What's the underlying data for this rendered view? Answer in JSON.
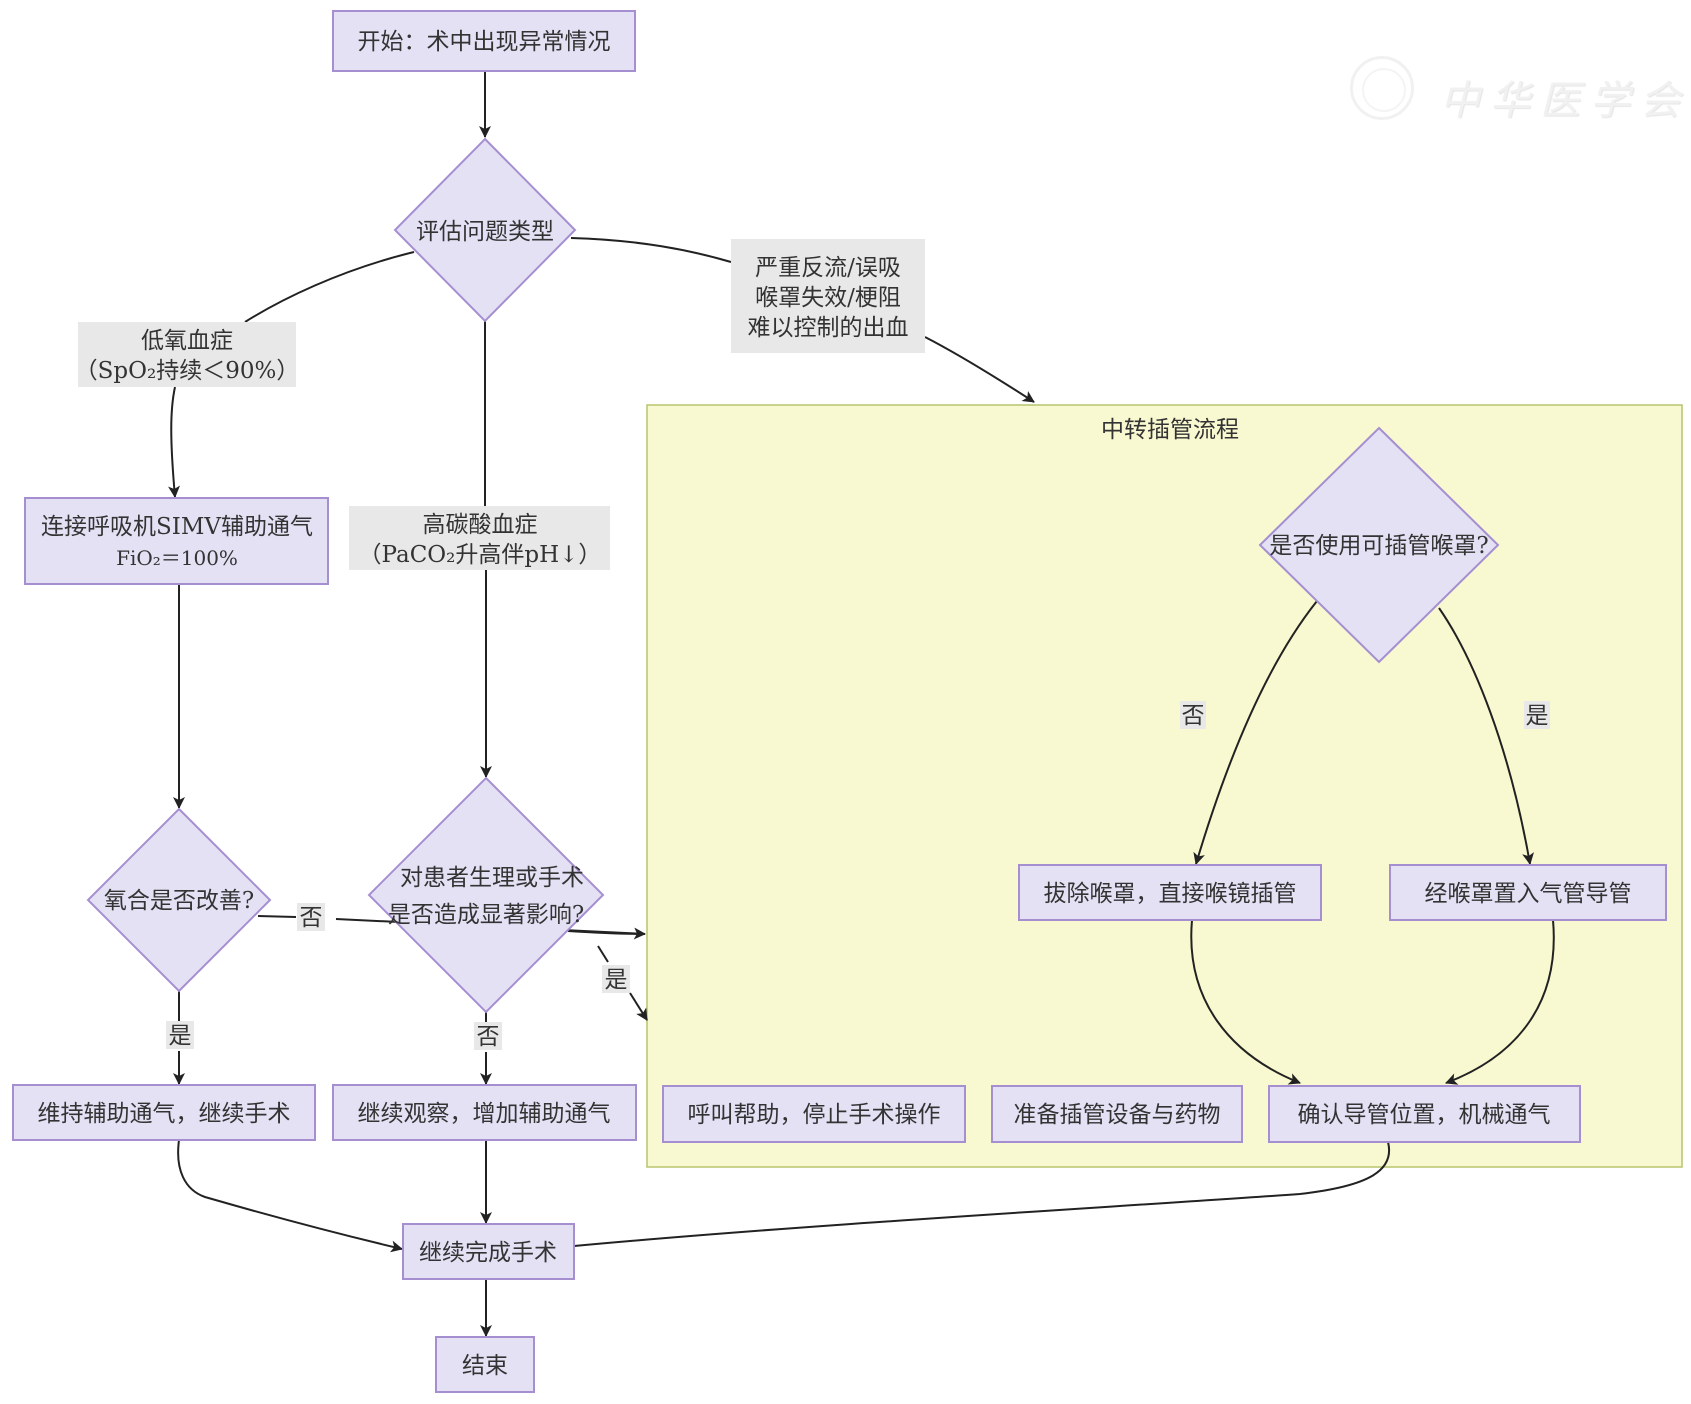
{
  "watermark": {
    "text": "中华医学会",
    "icon": "medical-association-seal-icon"
  },
  "colors": {
    "node_fill": "#e4e1f5",
    "node_stroke": "#a58fd1",
    "label_bg": "#e8e8e8",
    "subgraph_fill": "#f8f9d0",
    "subgraph_stroke": "#b9c46a",
    "edge": "#222222",
    "text": "#333333"
  },
  "nodes": {
    "start": "开始：术中出现异常情况",
    "assess": "评估问题类型",
    "hypoxemia_label": [
      "低氧血症",
      "（SpO₂持续＜90%）"
    ],
    "severe_label": [
      "严重反流/误吸",
      "喉罩失效/梗阻",
      "难以控制的出血"
    ],
    "ventilator": [
      "连接呼吸机SIMV辅助通气",
      "FiO₂＝100%"
    ],
    "hypercapnia_label": [
      "高碳酸血症",
      "（PaCO₂升高伴pH↓）"
    ],
    "oxygen_improved": "氧合是否改善?",
    "significant_impact": [
      "对患者生理或手术",
      "是否造成显著影响?"
    ],
    "maintain": "维持辅助通气，继续手术",
    "observe": "继续观察，增加辅助通气",
    "complete": "继续完成手术",
    "end": "结束"
  },
  "subgraph": {
    "title": "中转插管流程",
    "decision": "是否使用可插管喉罩?",
    "remove_lma": "拔除喉罩，直接喉镜插管",
    "via_lma": "经喉罩置入气管导管",
    "call_help": "呼叫帮助，停止手术操作",
    "prepare": "准备插管设备与药物",
    "confirm": "确认导管位置，机械通气"
  },
  "edge_labels": {
    "oxygen_no": "否",
    "oxygen_yes": "是",
    "impact_yes": "是",
    "impact_no": "否",
    "lma_no": "否",
    "lma_yes": "是"
  }
}
